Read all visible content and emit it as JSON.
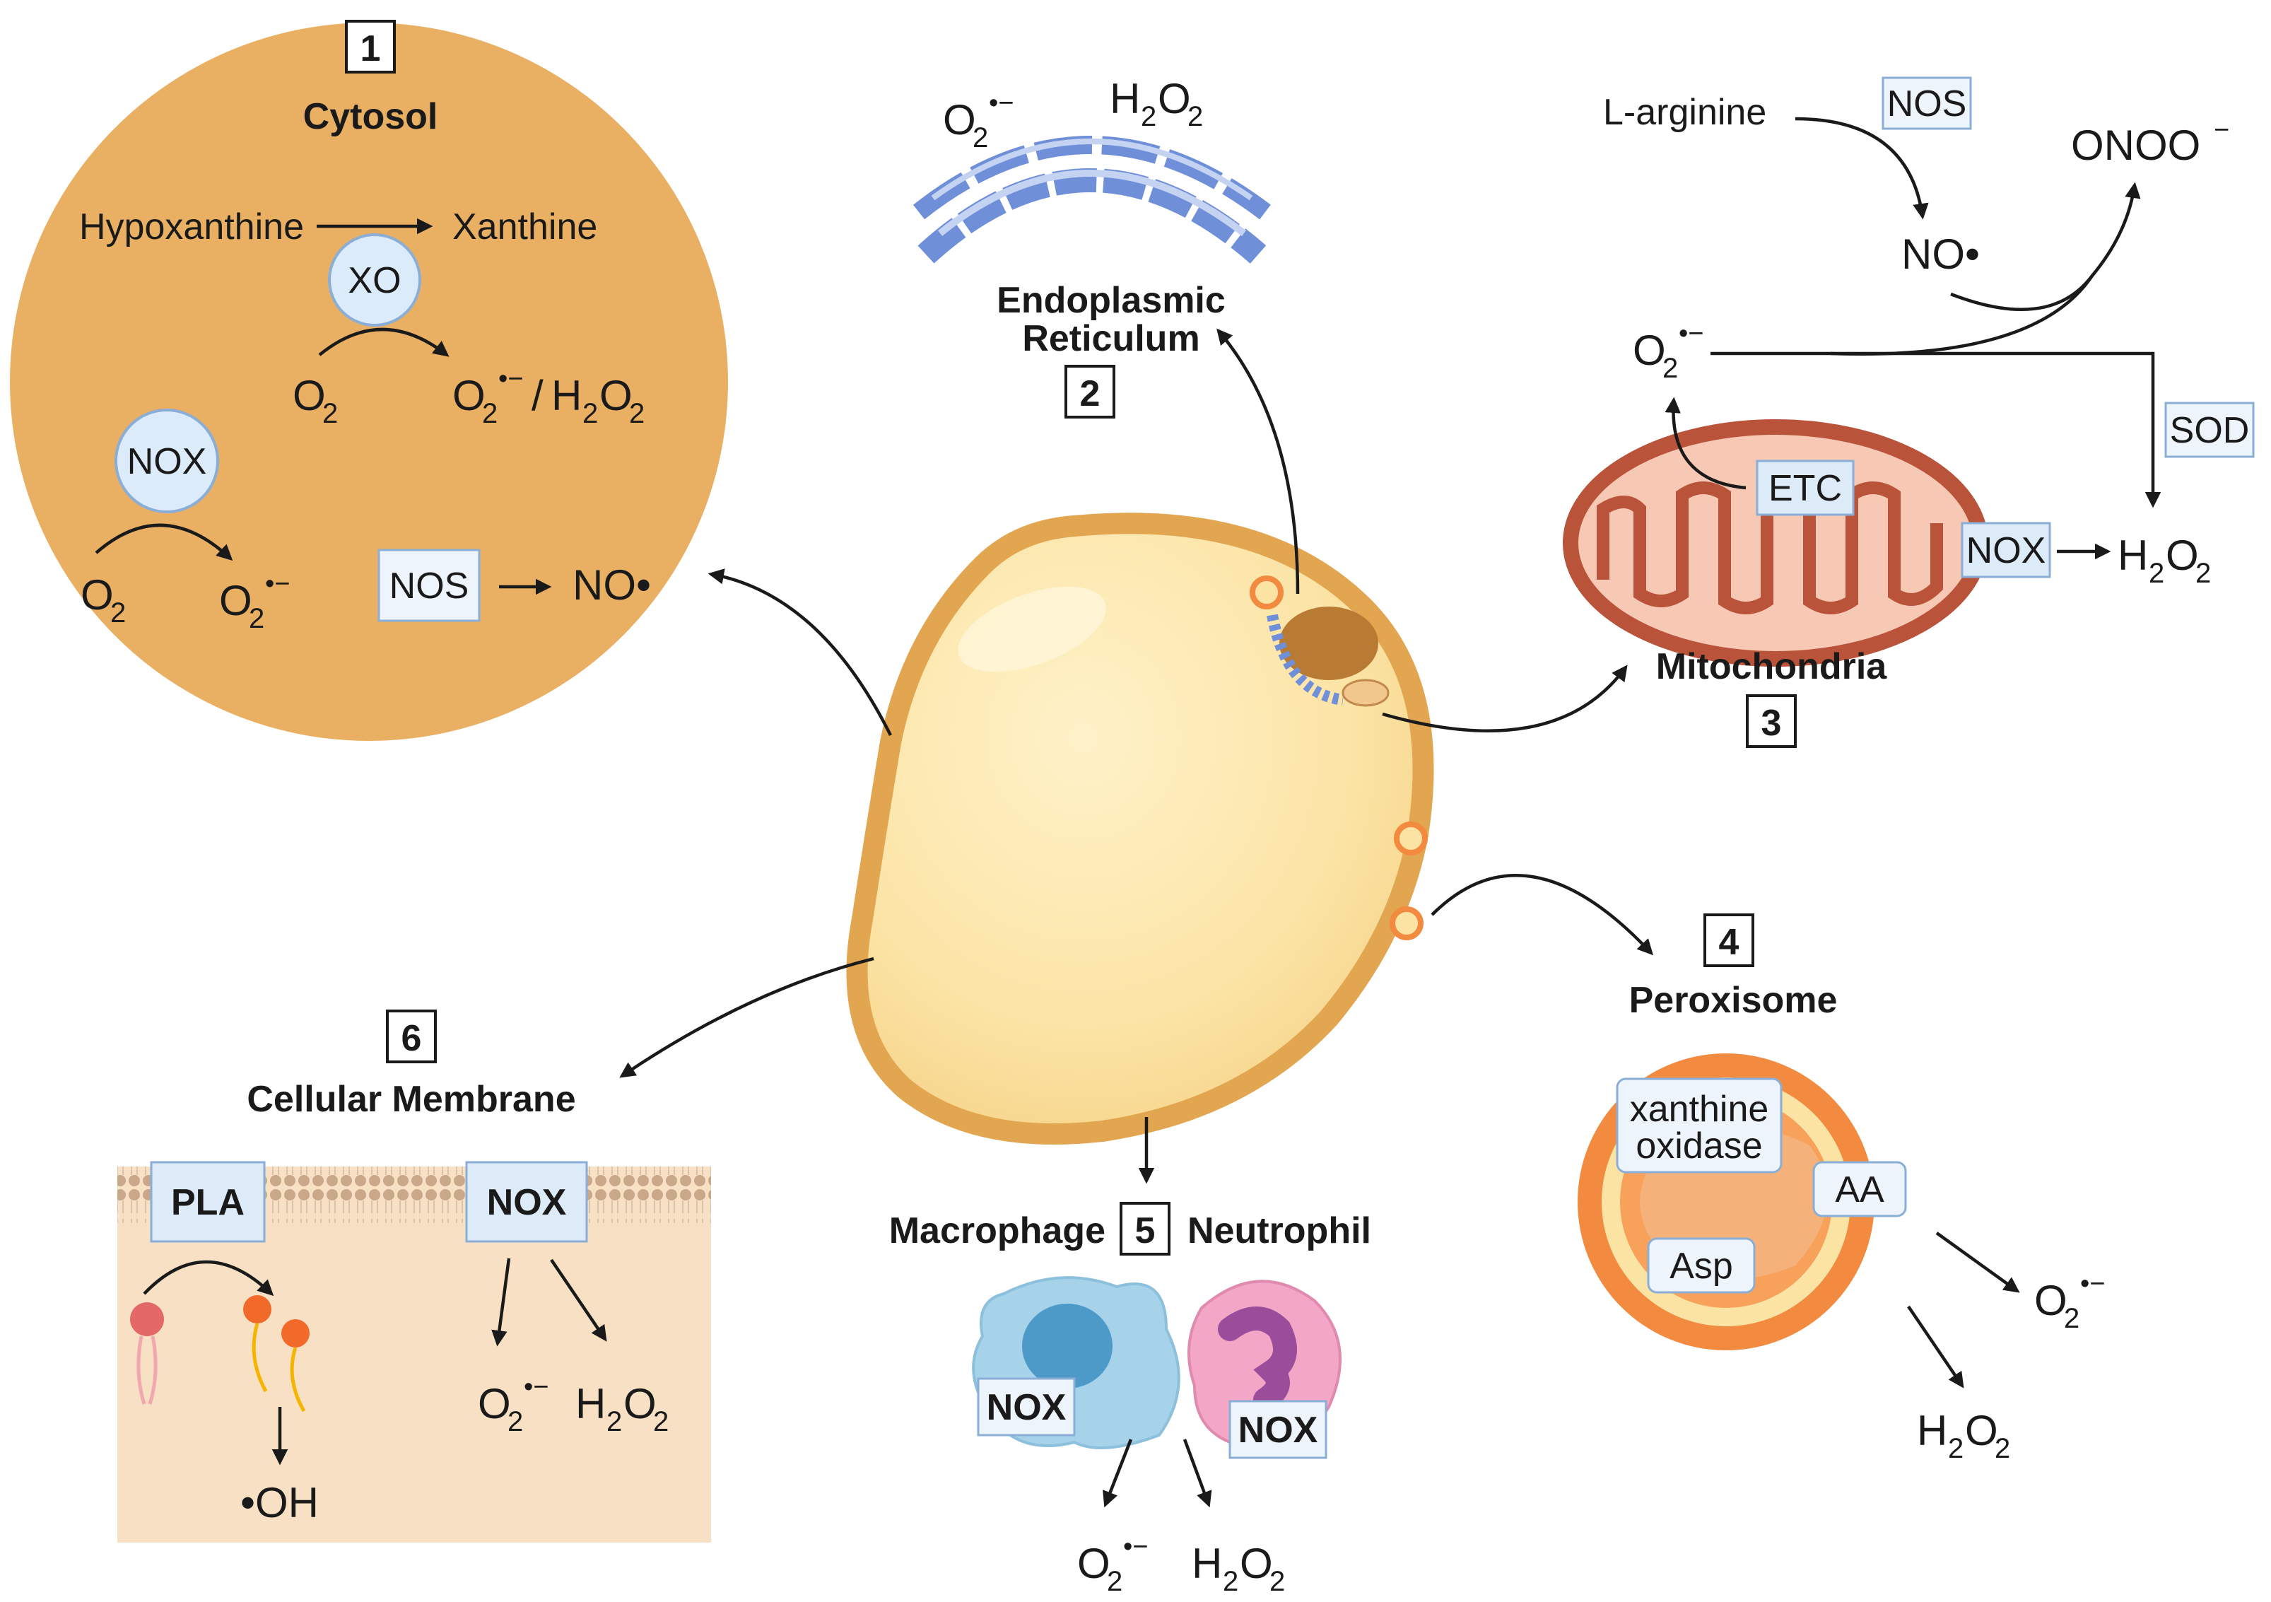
{
  "cytosol": {
    "number": "1",
    "title": "Cytosol",
    "hypoxanthine": "Hypoxanthine",
    "xanthine": "Xanthine",
    "xo": "XO",
    "nox": "NOX",
    "nos": "NOS",
    "o2_a": "O",
    "o2_b": "O",
    "no_radical": "NO•"
  },
  "er": {
    "number": "2",
    "title_line1": "Endoplasmic",
    "title_line2": "Reticulum"
  },
  "mito": {
    "number": "3",
    "title": "Mitochondria",
    "l_arginine": "L-arginine",
    "nos": "NOS",
    "no_radical": "NO•",
    "onoo": "ONOO",
    "sod": "SOD",
    "etc": "ETC",
    "nox": "NOX"
  },
  "perox": {
    "number": "4",
    "title": "Peroxisome",
    "xo_line1": "xanthine",
    "xo_line2": "oxidase",
    "aa": "AA",
    "asp": "Asp"
  },
  "immune": {
    "number": "5",
    "macrophage": "Macrophage",
    "neutrophil": "Neutrophil",
    "nox_a": "NOX",
    "nox_b": "NOX"
  },
  "membrane": {
    "number": "6",
    "title": "Cellular Membrane",
    "pla": "PLA",
    "nox": "NOX",
    "oh": "•OH"
  },
  "chem": {
    "O": "O",
    "H": "H",
    "two": "2",
    "superoxide_charge": "•−",
    "minus": "−",
    "slash": "/"
  },
  "colors": {
    "cytosol_fill": "#e9b064",
    "cell_fill": "#fbe3a4",
    "cell_edge": "#e2a550",
    "mito_edge": "#b9533a",
    "perox_outer": "#f28a3f",
    "er_blue": "#6f8fd8",
    "macrophage": "#a7d3ea",
    "neutrophil": "#f4a6c6",
    "membrane_bg": "#f8e0c4"
  }
}
